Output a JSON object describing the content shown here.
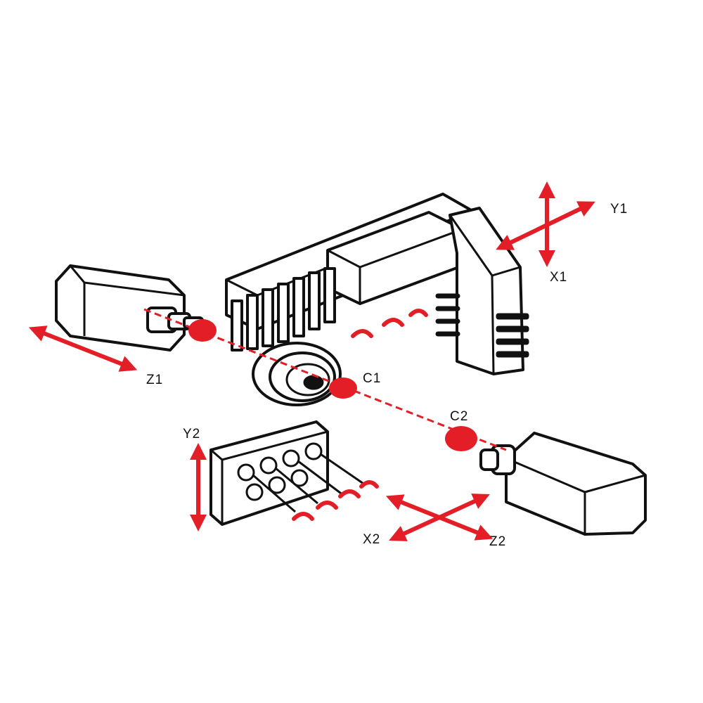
{
  "colors": {
    "accent": "#e41e26",
    "line": "#111111",
    "background": "#ffffff"
  },
  "labels": {
    "y1": "Y1",
    "x1": "X1",
    "z1": "Z1",
    "c1": "C1",
    "c2": "C2",
    "y2": "Y2",
    "x2": "X2",
    "z2": "Z2"
  }
}
